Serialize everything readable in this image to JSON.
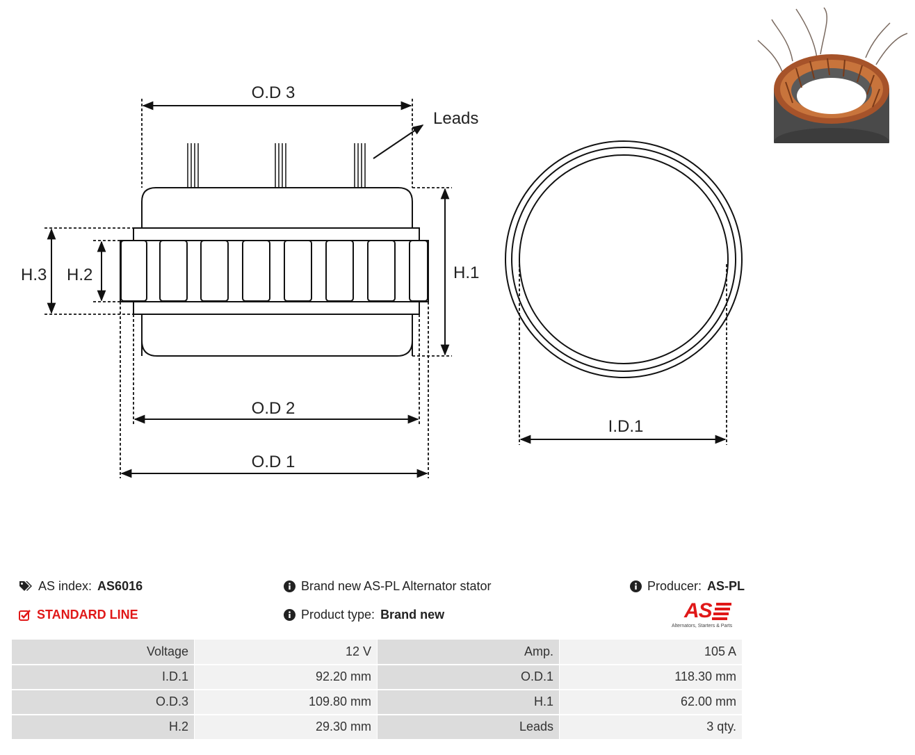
{
  "diagram": {
    "labels": {
      "od3": "O.D 3",
      "leads": "Leads",
      "h1": "H.1",
      "h2": "H.2",
      "h3": "H.3",
      "od2": "O.D 2",
      "od1": "O.D 1",
      "id1": "I.D.1"
    }
  },
  "product": {
    "as_index_label": "AS index:",
    "as_index_value": "AS6016",
    "line": "STANDARD LINE",
    "description": "Brand new AS-PL Alternator stator",
    "type_label": "Product type:",
    "type_value": "Brand new",
    "producer_label": "Producer:",
    "producer_value": "AS-PL"
  },
  "logo": {
    "word": "AS",
    "tagline": "Alternators, Starters & Parts"
  },
  "specs": [
    {
      "l1": "Voltage",
      "v1": "12 V",
      "l2": "Amp.",
      "v2": "105 A"
    },
    {
      "l1": "I.D.1",
      "v1": "92.20 mm",
      "l2": "O.D.1",
      "v2": "118.30 mm"
    },
    {
      "l1": "O.D.3",
      "v1": "109.80 mm",
      "l2": "H.1",
      "v2": "62.00 mm"
    },
    {
      "l1": "H.2",
      "v1": "29.30 mm",
      "l2": "Leads",
      "v2": "3 qty."
    }
  ],
  "colors": {
    "accent": "#e01818",
    "label_cell": "#dcdcdc",
    "value_cell": "#f2f2f2"
  }
}
